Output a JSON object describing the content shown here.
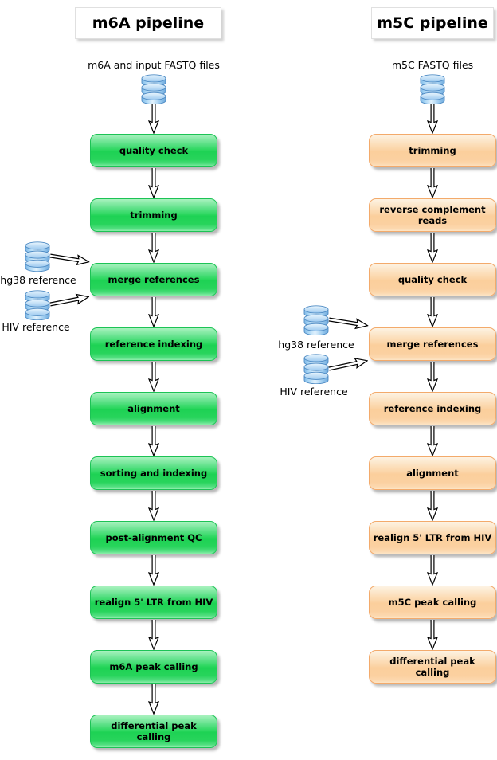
{
  "diagram": {
    "titles": {
      "m6a": "m6A pipeline",
      "m5c": "m5C pipeline"
    },
    "sources": {
      "m6a": "m6A and input FASTQ files",
      "m5c": "m5C FASTQ files"
    },
    "reference_labels": {
      "hg38": "hg38 reference",
      "hiv": "HIV reference"
    },
    "pipelines": {
      "m6a": {
        "name": "m6A pipeline",
        "steps": [
          "quality check",
          "trimming",
          "merge references",
          "reference indexing",
          "alignment",
          "sorting and indexing",
          "post-alignment QC",
          "realign 5' LTR from HIV",
          "m6A peak calling",
          "differential peak calling"
        ]
      },
      "m5c": {
        "name": "m5C pipeline",
        "steps": [
          "trimming",
          "reverse complement reads",
          "quality check",
          "merge references",
          "reference indexing",
          "alignment",
          "realign 5' LTR from HIV",
          "m5C peak calling",
          "differential peak calling"
        ]
      }
    },
    "colors": {
      "m6a_node": "#2bd55f",
      "m6a_border": "#1cc355",
      "m5c_node": "#fbd09e",
      "m5c_border": "#f3aa6b",
      "database_blue": "#a8d4f2",
      "arrow_fill": "#ffffff",
      "arrow_stroke": "#000000"
    },
    "icons": {
      "database": "database-icon",
      "flow_arrow": "flow-arrow-icon"
    }
  }
}
